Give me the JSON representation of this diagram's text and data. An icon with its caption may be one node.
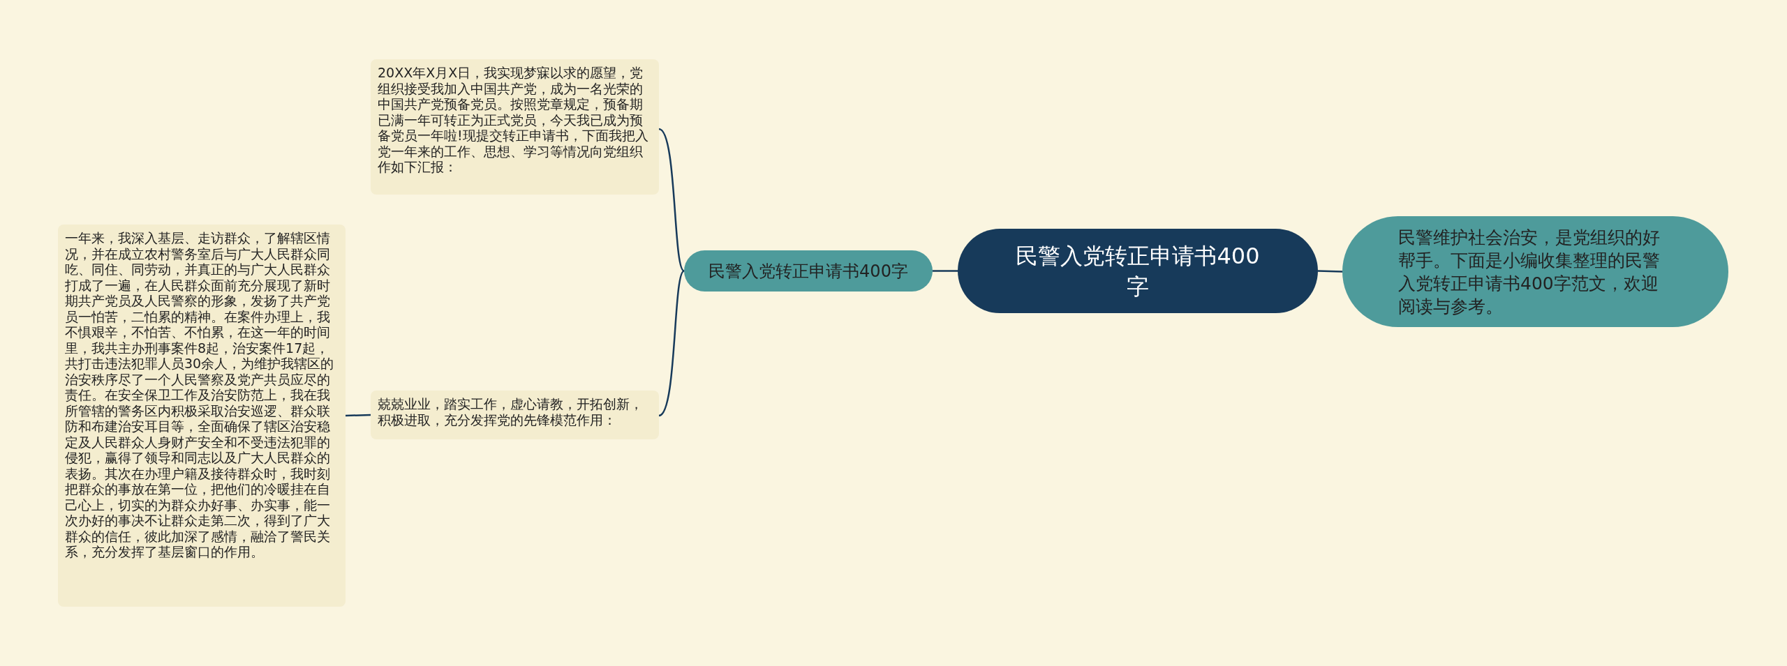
{
  "diagram": {
    "nodes": [
      {
        "text": [
          "民警入党转正申请书400字"
        ]
      },
      {
        "text": [
          "民警维护社会治安，是党组织的好帮手。下面是小编收集整理的民警入党转正申请书400字范文，欢迎阅读与参考。"
        ]
      },
      {
        "text": [
          "民警入党转正申请书400字"
        ]
      },
      {
        "text": [
          "20XX年X月X日，我实现梦寐以求的愿望，党组织接受我加入中国共产党，成为一名光荣的中国共产党预备党员。按照党章规定，预备期已满一年可转正为正式党员，今天我已成为预备党员一年啦!现提交转正申请书，下面我把入党一年来的工作、思想、学习等情况向党组织作如下汇报："
        ]
      },
      {
        "text": [
          "兢兢业业，踏实工作，虚心请教，开拓创新，积极进取，充分发挥党的先锋模范作用："
        ]
      },
      {
        "text": [
          "一年来，我深入基层、走访群众，了解辖区情况，并在成立农村警务室后与广大人民群众同吃、同住、同劳动，并真正的与广大人民群众打成了一遍，在人民群众面前充分展现了新时期共产党员及人民警察的形象，发扬了共产党员一怕苦，二怕累的精神。在案件办理上，我不惧艰辛，不怕苦、不怕累，在这一年的时间里，我共主办刑事案件8起，治安案件17起，共打击违法犯罪人员30余人，为维护我辖区的治安秩序尽了一个人民警察及党产共员应尽的责任。在安全保卫工作及治安防范上，我在我所管辖的警务区内积极采取治安巡逻、群众联防和布建治安耳目等，全面确保了辖区治安稳定及人民群众人身财产安全和不受违法犯罪的侵犯，赢得了领导和同志以及广大人民群众的表扬。其次在办理户籍及接待群众时，我时刻把群众的事放在第一位，把他们的冷暖挂在自己心上，切实的为群众办好事、办实事，能一次办好的事决不让群众走第二次，得到了广大群众的信任，彼此加深了感情，融洽了警民关系，充分发挥了基层窗口的作用。"
        ]
      }
    ],
    "edges": [
      {
        "from": 0,
        "to": 1,
        "arrow": "none"
      },
      {
        "from": 0,
        "to": 2,
        "arrow": "none"
      },
      {
        "from": 2,
        "to": 3,
        "arrow": "none"
      },
      {
        "from": 2,
        "to": 4,
        "arrow": "none"
      },
      {
        "from": 4,
        "to": 5,
        "arrow": "none"
      }
    ]
  }
}
